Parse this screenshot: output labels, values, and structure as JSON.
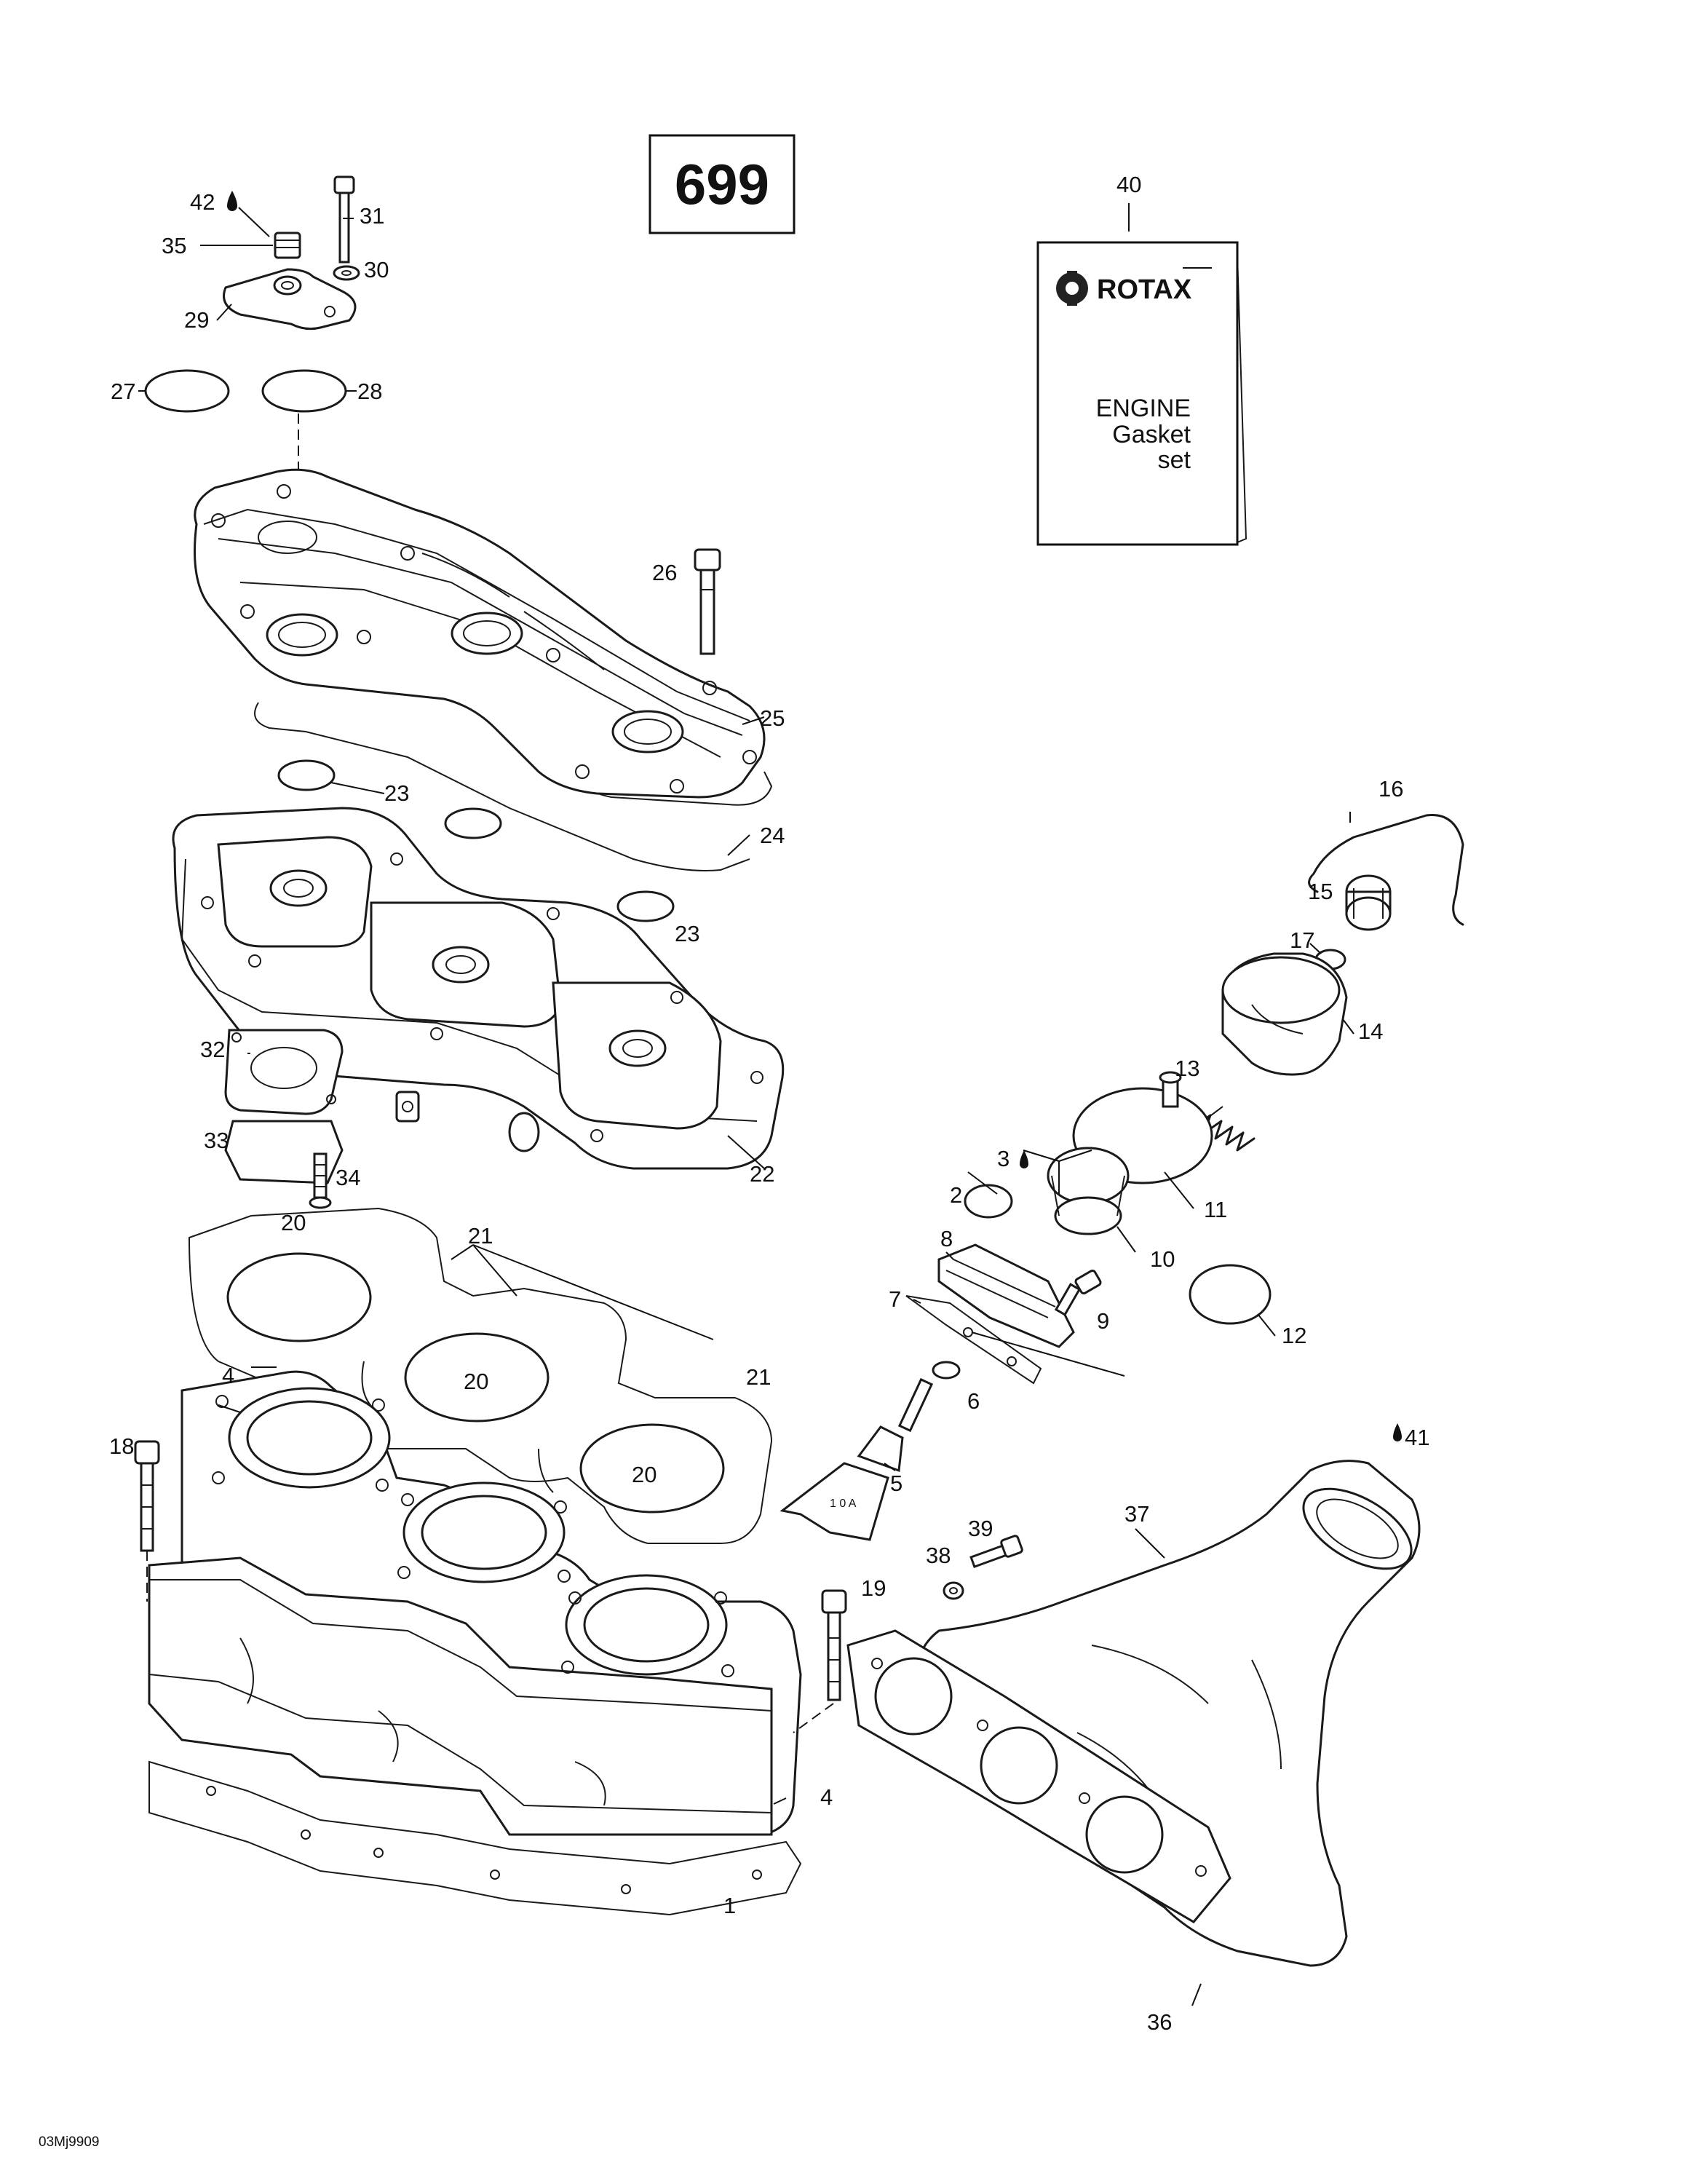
{
  "page_number": "699",
  "drawing_code": "03Mj9909",
  "booklet": {
    "ref": "40",
    "brand": "ROTAX",
    "line1": "ENGINE",
    "line2": "Gasket",
    "line3": "set"
  },
  "callouts": [
    {
      "id": "c42",
      "text": "42"
    },
    {
      "id": "c35",
      "text": "35"
    },
    {
      "id": "c31",
      "text": "31"
    },
    {
      "id": "c30",
      "text": "30"
    },
    {
      "id": "c29",
      "text": "29"
    },
    {
      "id": "c27",
      "text": "27"
    },
    {
      "id": "c28",
      "text": "28"
    },
    {
      "id": "c26",
      "text": "26"
    },
    {
      "id": "c25",
      "text": "25"
    },
    {
      "id": "c23a",
      "text": "23"
    },
    {
      "id": "c23b",
      "text": "23"
    },
    {
      "id": "c24",
      "text": "24"
    },
    {
      "id": "c32",
      "text": "32"
    },
    {
      "id": "c33",
      "text": "33"
    },
    {
      "id": "c34",
      "text": "34"
    },
    {
      "id": "c22",
      "text": "22"
    },
    {
      "id": "c20a",
      "text": "20"
    },
    {
      "id": "c21a",
      "text": "21"
    },
    {
      "id": "c4a",
      "text": "4"
    },
    {
      "id": "c20b",
      "text": "20"
    },
    {
      "id": "c21b",
      "text": "21"
    },
    {
      "id": "c18",
      "text": "18"
    },
    {
      "id": "c20c",
      "text": "20"
    },
    {
      "id": "c19",
      "text": "19"
    },
    {
      "id": "c4b",
      "text": "4"
    },
    {
      "id": "c1",
      "text": "1"
    },
    {
      "id": "c16",
      "text": "16"
    },
    {
      "id": "c15",
      "text": "15"
    },
    {
      "id": "c17",
      "text": "17"
    },
    {
      "id": "c14",
      "text": "14"
    },
    {
      "id": "c13",
      "text": "13"
    },
    {
      "id": "c3",
      "text": "3"
    },
    {
      "id": "c2",
      "text": "2"
    },
    {
      "id": "c11",
      "text": "11"
    },
    {
      "id": "c10",
      "text": "10"
    },
    {
      "id": "c8",
      "text": "8"
    },
    {
      "id": "c9",
      "text": "9"
    },
    {
      "id": "c7",
      "text": "7"
    },
    {
      "id": "c12",
      "text": "12"
    },
    {
      "id": "c6",
      "text": "6"
    },
    {
      "id": "c5",
      "text": "5"
    },
    {
      "id": "c41",
      "text": "41"
    },
    {
      "id": "c37",
      "text": "37"
    },
    {
      "id": "c39",
      "text": "39"
    },
    {
      "id": "c38",
      "text": "38"
    },
    {
      "id": "c36",
      "text": "36"
    },
    {
      "id": "c40",
      "text": "40"
    }
  ]
}
